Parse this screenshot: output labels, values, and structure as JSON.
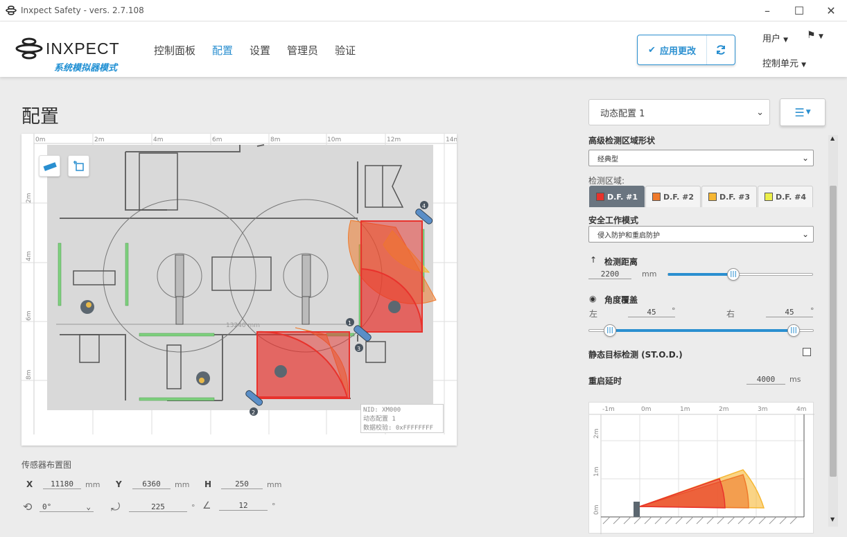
{
  "window": {
    "title": "Inxpect Safety - vers. 2.7.108"
  },
  "header": {
    "brand": "INXPECT",
    "subtitle": "系统模拟器模式",
    "nav": [
      {
        "label": "控制面板"
      },
      {
        "label": "配置"
      },
      {
        "label": "设置"
      },
      {
        "label": "管理员"
      },
      {
        "label": "验证"
      }
    ],
    "apply_label": "应用更改",
    "user_label": "用户",
    "control_unit_label": "控制单元"
  },
  "page": {
    "title": "配置"
  },
  "map": {
    "x_ticks": [
      "0m",
      "2m",
      "4m",
      "6m",
      "8m",
      "10m",
      "12m",
      "14m"
    ],
    "y_ticks": [
      "2m",
      "4m",
      "6m",
      "8m"
    ],
    "dimension_label": "13240 mm",
    "sensor_ids": [
      "1",
      "2",
      "3",
      "4"
    ],
    "nid": "NID: XM000",
    "config_name": "动态配置 1",
    "checksum": "数据校验: 0xFFFFFFFF"
  },
  "sensor_panel": {
    "title": "传感器布置图",
    "x": {
      "label": "X",
      "value": "11180",
      "unit": "mm"
    },
    "y": {
      "label": "Y",
      "value": "6360",
      "unit": "mm"
    },
    "h": {
      "label": "H",
      "value": "250",
      "unit": "mm"
    },
    "rotation": {
      "value": "0°"
    },
    "tilt": {
      "value": "225",
      "unit": "°"
    },
    "angle": {
      "value": "12",
      "unit": "°"
    }
  },
  "config": {
    "selected": "动态配置 1",
    "advanced_shape_label": "高级检测区域形状",
    "advanced_shape_value": "经典型",
    "detection_zone_label": "检测区域:",
    "zones": [
      {
        "label": "D.F. #1",
        "color": "#e8322c"
      },
      {
        "label": "D.F. #2",
        "color": "#ef7a2c"
      },
      {
        "label": "D.F. #3",
        "color": "#f6b733"
      },
      {
        "label": "D.F. #4",
        "color": "#ecef4a"
      }
    ],
    "safety_mode_label": "安全工作模式",
    "safety_mode_value": "侵入防护和重启防护",
    "distance_label": "检测距离",
    "distance_value": "2200",
    "distance_unit": "mm",
    "angle_label": "角度覆盖",
    "left_label": "左",
    "left_value": "45",
    "right_label": "右",
    "right_value": "45",
    "degree_unit": "°",
    "stod_label": "静态目标检测 (ST.O.D.)",
    "restart_label": "重启延时",
    "restart_value": "4000",
    "restart_unit": "ms"
  },
  "side_view": {
    "x_ticks": [
      "-1m",
      "0m",
      "1m",
      "2m",
      "3m",
      "4m"
    ],
    "y_ticks": [
      "2m",
      "1m",
      "0m"
    ]
  }
}
